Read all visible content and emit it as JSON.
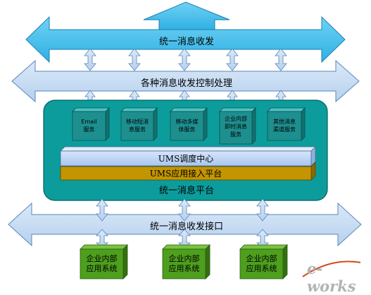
{
  "top_arrow": {
    "label": "统一消息收发"
  },
  "control_arrow": {
    "label": "各种消息收发控制处理"
  },
  "platform": {
    "label": "统一消息平台",
    "services": [
      {
        "line1": "Email",
        "line2": "服务"
      },
      {
        "line1": "移动短消",
        "line2": "息服务"
      },
      {
        "line1": "移动多媒",
        "line2": "体服务"
      },
      {
        "line1": "企业内部",
        "line2": "即时消息",
        "line3": "服务"
      },
      {
        "line1": "其他消息",
        "line2": "渠道服务"
      }
    ],
    "dispatch_center": "UMS调度中心",
    "access_platform": "UMS应用接入平台"
  },
  "interface_arrow": {
    "label": "统一消息收发接口"
  },
  "apps": [
    {
      "line1": "企业内部",
      "line2": "应用系统"
    },
    {
      "line1": "企业内部",
      "line2": "应用系统"
    },
    {
      "line1": "企业内部",
      "line2": "应用系统"
    }
  ],
  "watermark": "e-works",
  "colors": {
    "top_arrow": "#45c3ee",
    "light_arrow": "#c6ddf4",
    "platform": "#0c9c9c",
    "service_box": "#1e8f8f",
    "dispatch_bar": "#b7d2f5",
    "access_bar": "#c39500",
    "app_box": "#4d9f1d"
  }
}
